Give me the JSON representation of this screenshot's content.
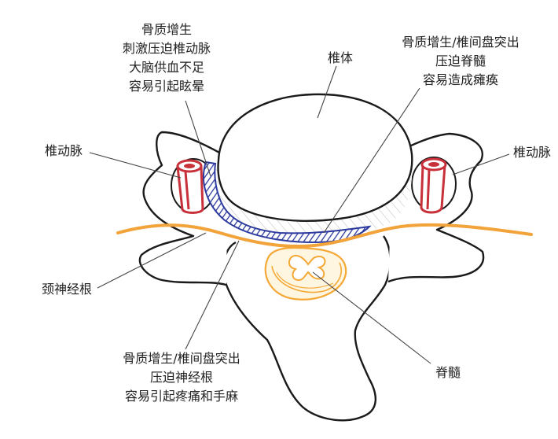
{
  "labels": {
    "bone_spur_vertebral_artery": {
      "lines": [
        "骨质增生",
        "刺激压迫椎动脉",
        "大脑供血不足",
        "容易引起眩晕"
      ]
    },
    "bone_spur_spinal_cord": {
      "lines": [
        "骨质增生/椎间盘突出",
        "压迫脊髓",
        "容易造成瘫痪"
      ]
    },
    "vertebral_body": "椎体",
    "vertebral_artery_left": "椎动脉",
    "vertebral_artery_right": "椎动脉",
    "nerve_root": "颈神经根",
    "bone_spur_nerve_root": {
      "lines": [
        "骨质增生/椎间盘突出",
        "压迫神经根",
        "容易引起疼痛和手麻"
      ]
    },
    "spinal_cord": "脊髓"
  },
  "colors": {
    "outline": "#1a1a1a",
    "bone_fill": "#ffffff",
    "nerve": "#f2a33a",
    "spinal_cord": "#f4a836",
    "spinal_cord_fill": "#fff6e2",
    "compression": "#2d3a9e",
    "artery": "#c8303a",
    "leader_line": "#444444",
    "text": "#222222"
  }
}
